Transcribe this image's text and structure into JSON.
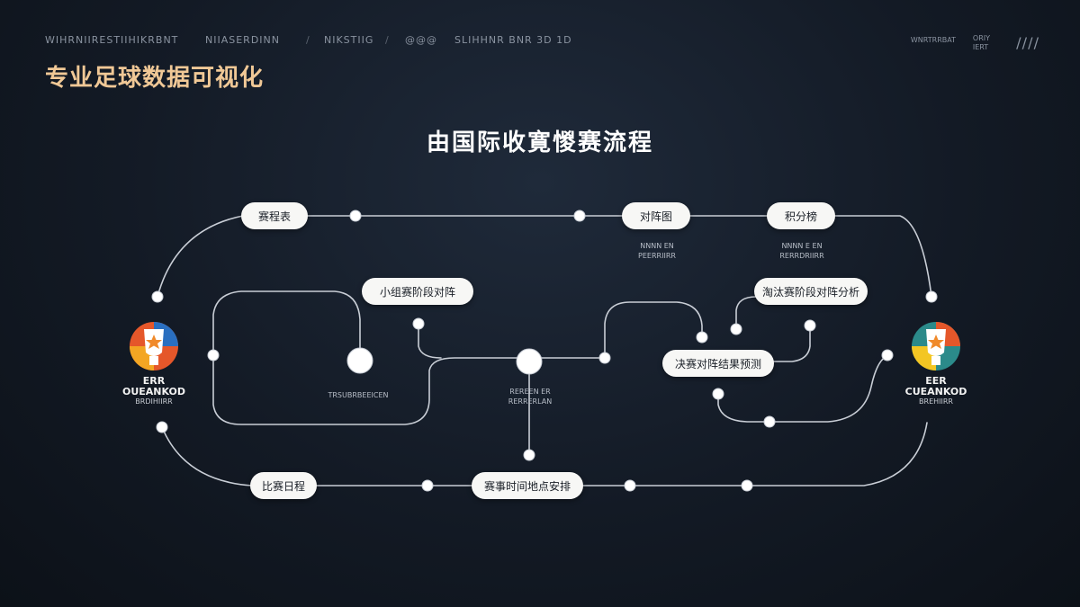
{
  "nav": {
    "items": [
      "WIHRNIIRESTIIHIKRBNT",
      "NIIASERDINN",
      "NIKSTIIG",
      "@@@",
      "SLIHHNR BNR 3D 1D"
    ],
    "brand_line1": "WNRTRRBAT",
    "brand_line2": "ORIY",
    "brand_line3": "IERT",
    "brand_mark": "/ / / /"
  },
  "page_title": "专业足球数据可视化",
  "diagram_title": "由国际收寛惾赛流程",
  "nodes": {
    "top_left": "赛程表",
    "top_mid": "对阵图",
    "top_right": "积分榜",
    "mid_left": "小组赛阶段对阵",
    "mid_right": "淘汰赛阶段对阵分析",
    "center_right": "决赛对阵结果预测",
    "bottom_left": "比赛日程",
    "bottom_mid": "赛事时间地点安排"
  },
  "labels": {
    "top_mid_line1": "NNNN EN",
    "top_mid_line2": "PEERRIIRR",
    "top_right_line1": "NNNN E EN",
    "top_right_line2": "RERRDRIIRR",
    "center_line1": "REREEN ER",
    "center_line2": "RERRERLAN",
    "left_loop": "TRSUBRBEEICEN"
  },
  "teams": {
    "left": {
      "line1": "ERR",
      "line2": "OUEANKOD",
      "line3": "BRDIHIIRR"
    },
    "right": {
      "line1": "EER",
      "line2": "CUEANKOD",
      "line3": "BREHIIRR"
    }
  },
  "colors": {
    "accent": "#f0c896",
    "line": "#c9ced6",
    "pill": "#f7f7f5"
  }
}
